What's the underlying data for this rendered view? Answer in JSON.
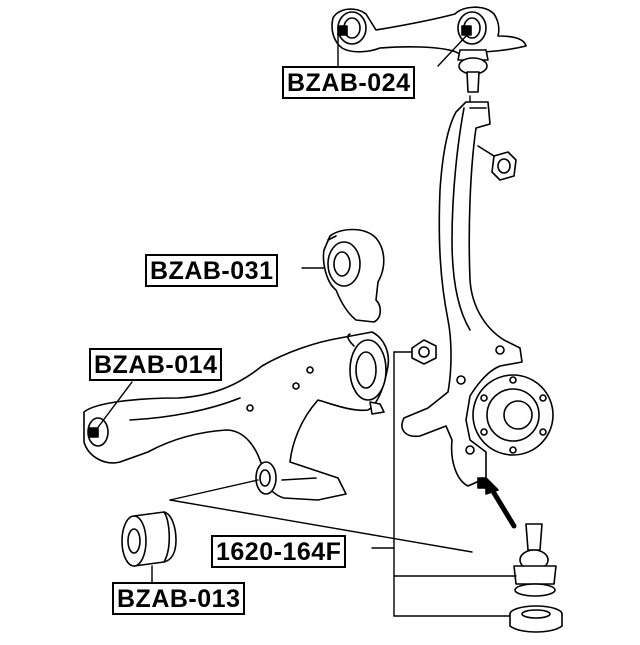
{
  "labels": {
    "upper_arm": "BZAB-024",
    "bushing_031": "BZAB-031",
    "lower_arm_014": "BZAB-014",
    "ball_joint": "1620-164F",
    "bushing_013": "BZAB-013"
  },
  "colors": {
    "line": "#000000",
    "fill": "#ffffff"
  }
}
